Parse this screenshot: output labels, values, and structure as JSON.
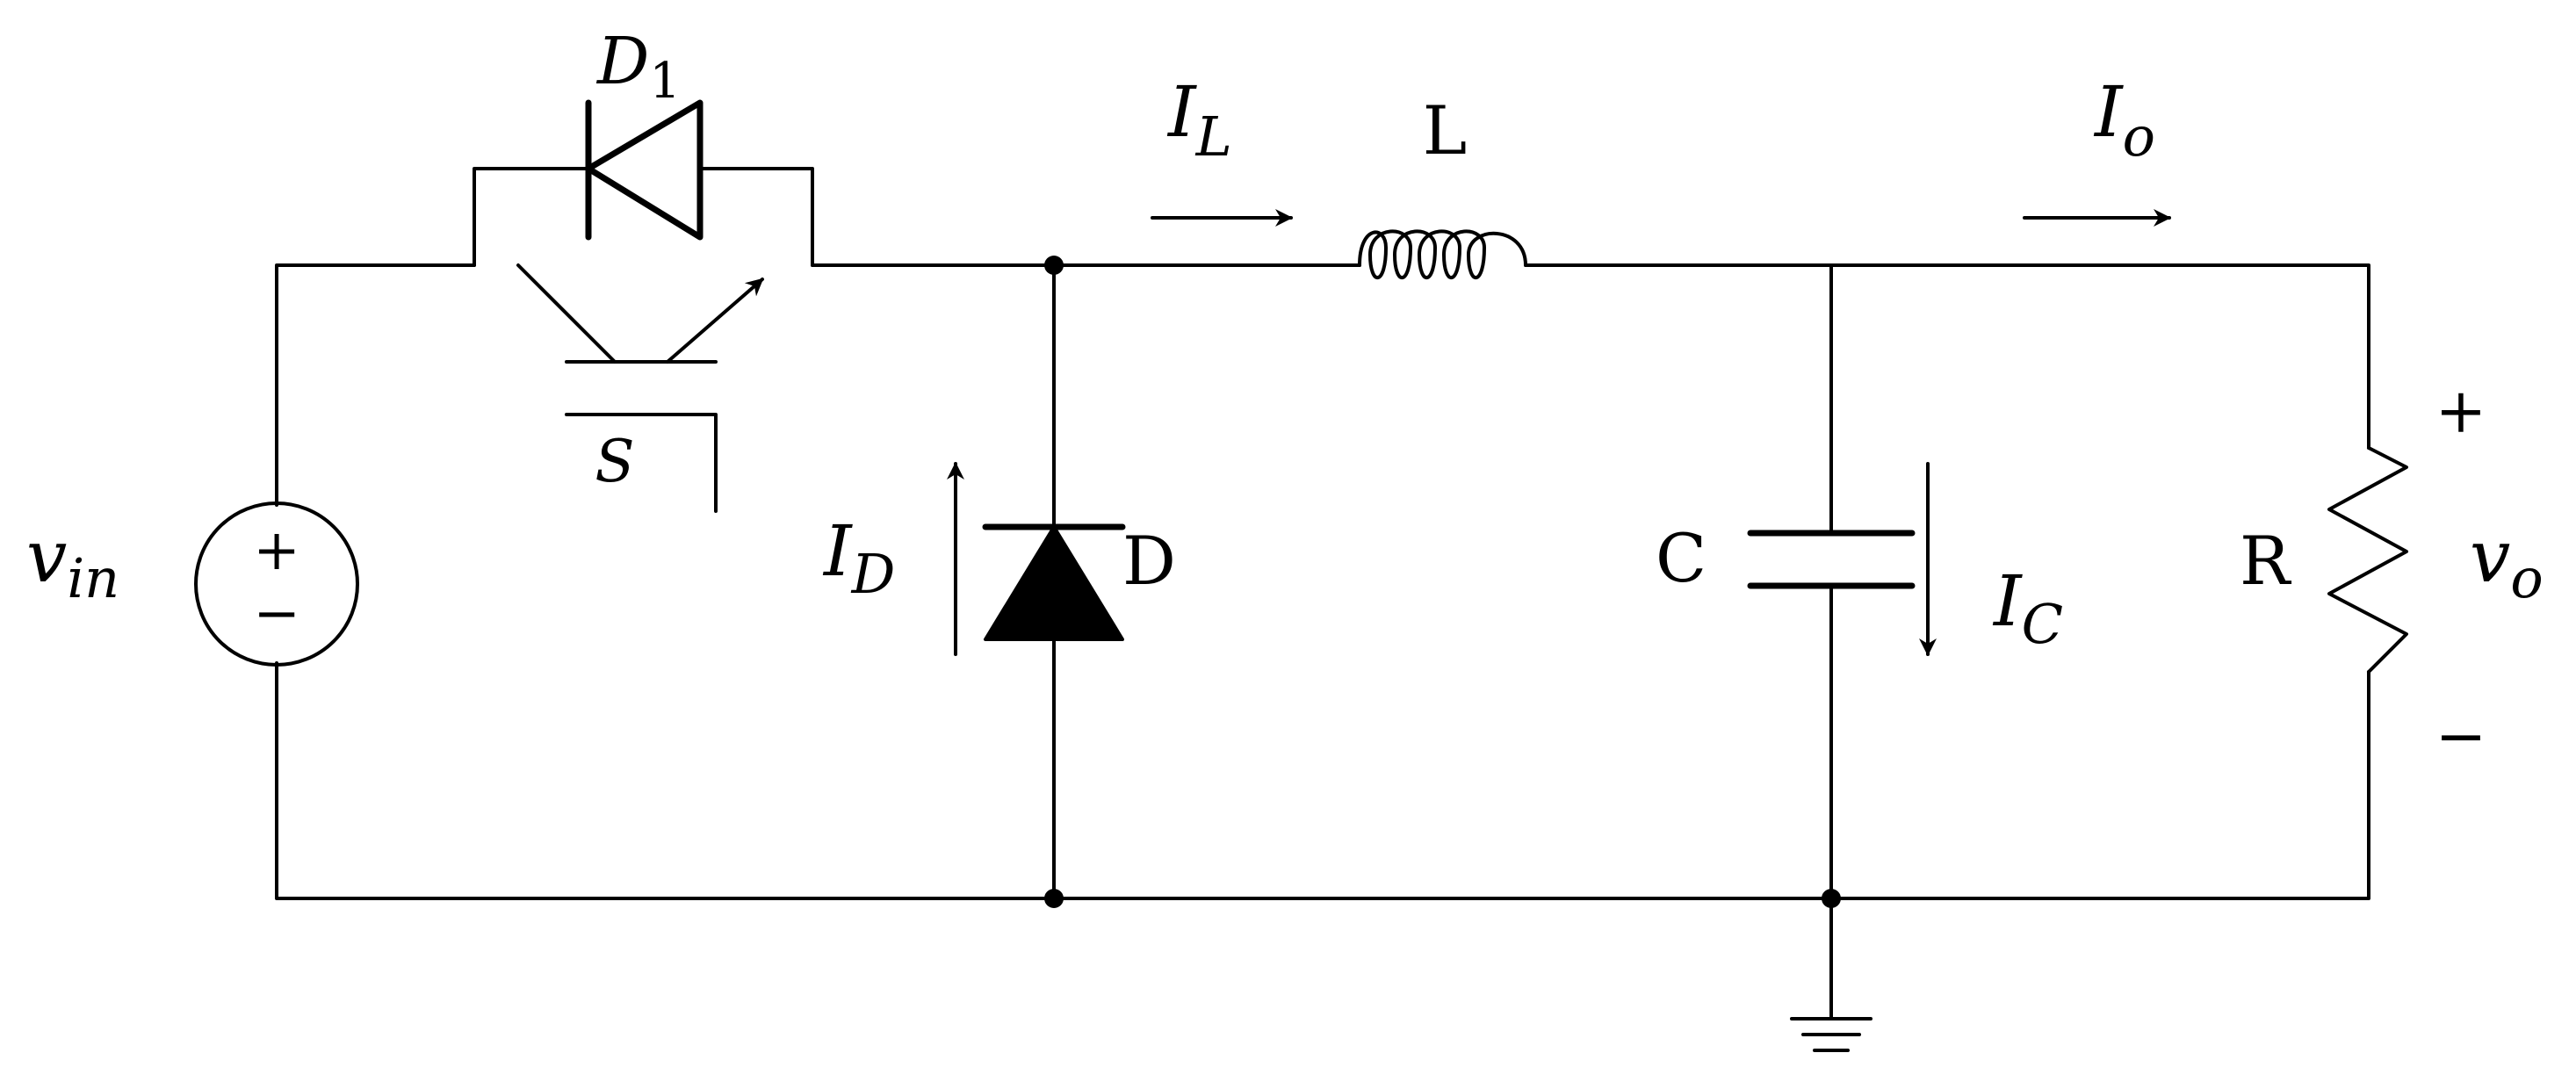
{
  "labels": {
    "vin_main": "v",
    "vin_sub": "in",
    "vin_plus": "+",
    "vin_minus": "−",
    "d1_main": "D",
    "d1_sub": "1",
    "switch": "S",
    "il_main": "I",
    "il_sub": "L",
    "inductor": "L",
    "id_main": "I",
    "id_sub": "D",
    "diode": "D",
    "capacitor": "C",
    "ic_main": "I",
    "ic_sub": "C",
    "io_main": "I",
    "io_sub": "o",
    "resistor": "R",
    "vo_main": "v",
    "vo_sub": "o",
    "vo_plus": "+",
    "vo_minus": "−"
  }
}
